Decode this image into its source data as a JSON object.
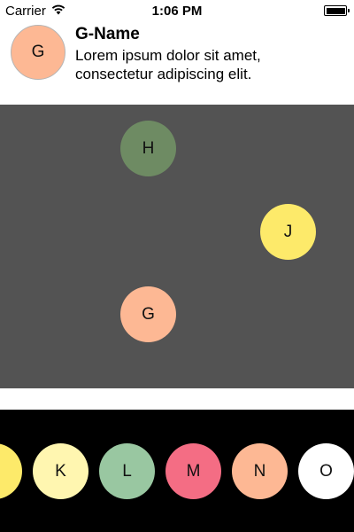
{
  "status_bar": {
    "carrier": "Carrier",
    "wifi_icon": "wifi-icon",
    "time": "1:06 PM",
    "battery_icon": "battery-full-icon"
  },
  "header": {
    "avatar_letter": "G",
    "avatar_color": "#FDB894",
    "name": "G-Name",
    "description": "Lorem ipsum dolor sit amet, consectetur adipiscing elit."
  },
  "canvas": {
    "background": "#535353",
    "bubbles": [
      {
        "letter": "H",
        "color": "#6E8B63"
      },
      {
        "letter": "J",
        "color": "#FDEA6A"
      },
      {
        "letter": "G",
        "color": "#FDB894"
      }
    ]
  },
  "tray": {
    "background": "#000000",
    "items": [
      {
        "letter": "",
        "color": "#FDEA6A"
      },
      {
        "letter": "K",
        "color": "#FFF6B0"
      },
      {
        "letter": "L",
        "color": "#99C7A1"
      },
      {
        "letter": "M",
        "color": "#F46D84"
      },
      {
        "letter": "N",
        "color": "#FDB894"
      },
      {
        "letter": "O",
        "color": "#FFFFFF"
      }
    ]
  }
}
